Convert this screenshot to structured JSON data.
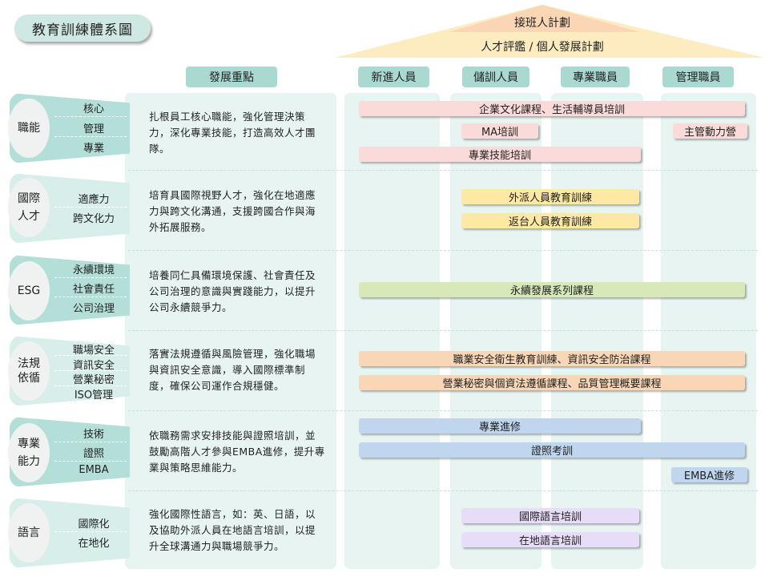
{
  "title": "教育訓練體系圖",
  "roof": {
    "top": "接班人計劃",
    "bottom": "人才評鑑 / 個人發展計劃"
  },
  "headers": {
    "focus": "發展重點",
    "roles": [
      "新進人員",
      "儲訓人員",
      "專業職員",
      "管理職員"
    ]
  },
  "rows": [
    {
      "name": "職能",
      "subs": [
        "核心",
        "管理",
        "專業"
      ],
      "desc": "扎根員工核心職能，強化管理決策力，深化專業技能，打造高效人才團隊。",
      "bars": [
        "企業文化課程、生活輔導員培訓",
        "MA培訓",
        "主管動力營",
        "專業技能培訓"
      ]
    },
    {
      "name": "國際人才",
      "subs": [
        "適應力",
        "跨文化力"
      ],
      "desc": "培育具國際視野人才，強化在地適應力與跨文化溝通，支援跨國合作與海外拓展服務。",
      "bars": [
        "外派人員教育訓練",
        "返台人員教育訓練"
      ]
    },
    {
      "name": "ESG",
      "subs": [
        "永續環境",
        "社會責任",
        "公司治理"
      ],
      "desc": "培養同仁具備環境保護、社會責任及公司治理的意識與實踐能力，以提升公司永續競爭力。",
      "bars": [
        "永續發展系列課程"
      ]
    },
    {
      "name": "法規依循",
      "subs": [
        "職場安全",
        "資訊安全",
        "營業秘密",
        "ISO管理"
      ],
      "desc": "落實法規遵循與風險管理，強化職場與資訊安全意識，導入國際標準制度，確保公司運作合規穩健。",
      "bars": [
        "職業安全衛生教育訓練、資訊安全防治課程",
        "營業秘密與個資法遵循課程、品質管理概要課程"
      ]
    },
    {
      "name": "專業能力",
      "subs": [
        "技術",
        "證照",
        "EMBA"
      ],
      "desc": "依職務需求安排技能與證照培訓，並鼓勵高階人才參與EMBA進修，提升專業與策略思維能力。",
      "bars": [
        "專業進修",
        "證照考訓",
        "EMBA進修"
      ]
    },
    {
      "name": "語言",
      "subs": [
        "國際化",
        "在地化"
      ],
      "desc": "強化國際性語言，如：英、日語，以及協助外派人員在地語言培訓，以提升全球溝通力與職場競爭力。",
      "bars": [
        "國際語言培訓",
        "在地語言培訓"
      ]
    }
  ],
  "colors": {
    "teal": "#a9d9d1",
    "panel": "#e7f4f2",
    "pink": "#fbdada",
    "yellow": "#fde8a4",
    "green": "#d7e9b9",
    "orange": "#f9d7b6",
    "blue": "#bfd6ee",
    "purple": "#e8ddf8"
  }
}
